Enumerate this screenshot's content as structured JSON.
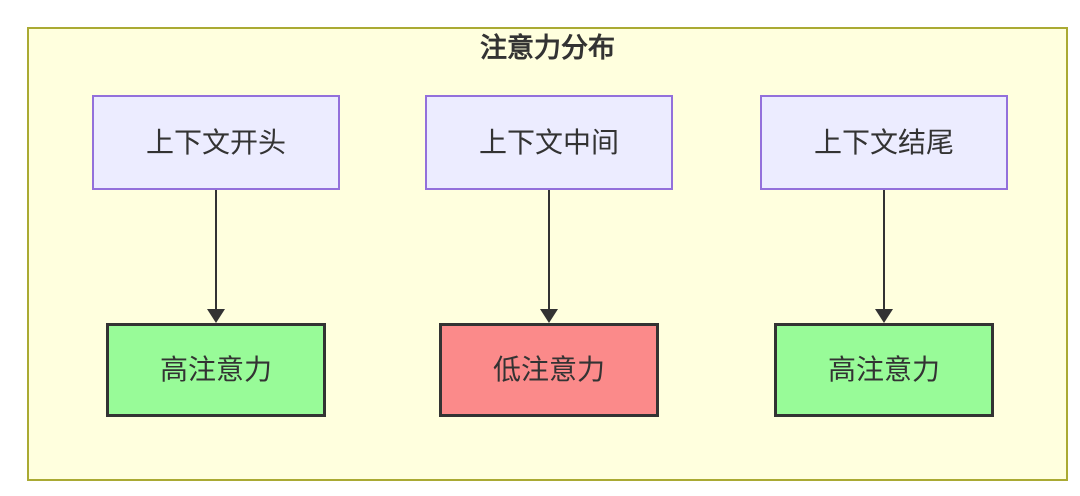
{
  "diagram": {
    "type": "flowchart",
    "title": "注意力分布",
    "colors": {
      "canvas_bg": "#ffffff",
      "container_bg": "#ffffde",
      "container_border": "#aaaa33",
      "source_node_bg": "#ececff",
      "source_node_border": "#9370db",
      "high_attention_bg": "#98fb98",
      "low_attention_bg": "#fb8a8a",
      "attention_node_border": "#333333",
      "arrow_color": "#333333",
      "text_color": "#333333"
    },
    "columns": [
      {
        "id": "context-start",
        "source_label": "上下文开头",
        "target_label": "高注意力",
        "attention_level": "high"
      },
      {
        "id": "context-middle",
        "source_label": "上下文中间",
        "target_label": "低注意力",
        "attention_level": "low"
      },
      {
        "id": "context-end",
        "source_label": "上下文结尾",
        "target_label": "高注意力",
        "attention_level": "high"
      }
    ]
  }
}
